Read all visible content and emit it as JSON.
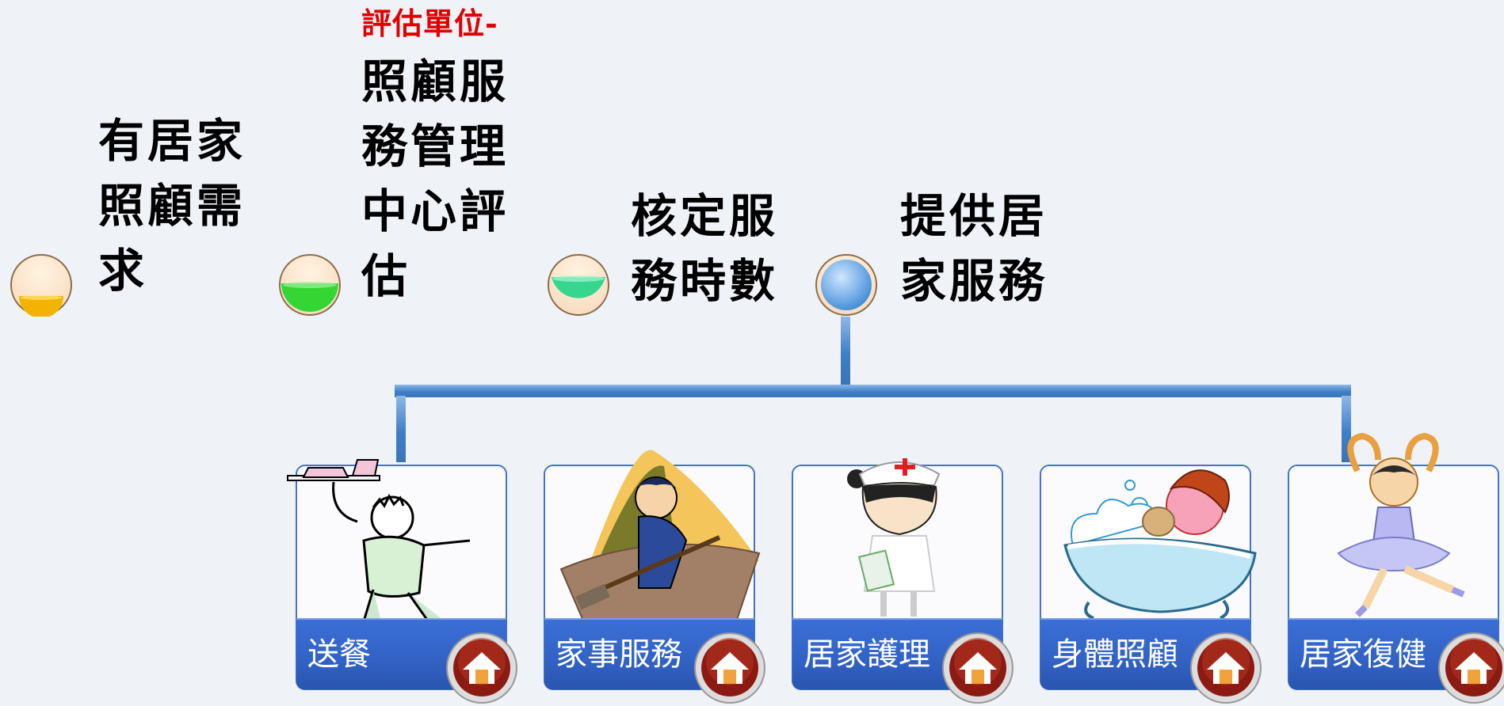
{
  "steps": [
    {
      "text": "有居家\n照顧需\n求"
    },
    {
      "note": "評估單位-",
      "text": "照顧服\n務管理\n中心評\n估"
    },
    {
      "text": "核定服\n務時數"
    },
    {
      "text": "提供居\n家服務"
    }
  ],
  "step_colors": [
    "#f2b400",
    "#33d633",
    "#36d68f",
    "#3e8ad6"
  ],
  "services": [
    {
      "label": "送餐",
      "icon": "waiter-icon"
    },
    {
      "label": "家事服務",
      "icon": "cleaning-icon"
    },
    {
      "label": "居家護理",
      "icon": "nurse-icon"
    },
    {
      "label": "身體照顧",
      "icon": "bathtub-icon"
    },
    {
      "label": "居家復健",
      "icon": "ballet-icon"
    }
  ]
}
